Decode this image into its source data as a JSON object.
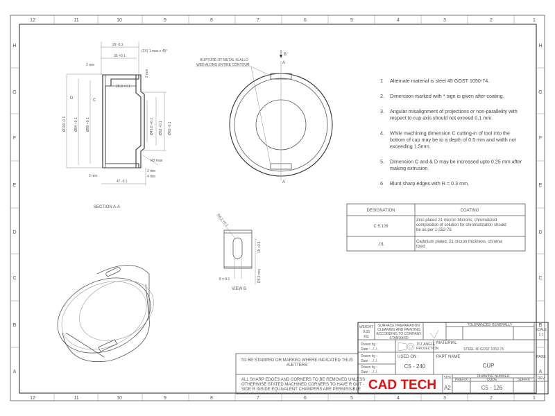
{
  "border": {
    "columns": [
      "12",
      "11",
      "10",
      "9",
      "8",
      "7",
      "6",
      "5",
      "4",
      "3",
      "2",
      "1"
    ],
    "rows": [
      "H",
      "G",
      "F",
      "E",
      "D",
      "C",
      "B",
      "A"
    ]
  },
  "section_view": {
    "label": "SECTION A-A",
    "dims": {
      "d1": "29 -0.1",
      "d2": "35 +0.1",
      "chamfer": "(2X) 1 max x 45°",
      "d3": "2 min",
      "d4": "2 min",
      "d5": "28.8 +0.1",
      "dia100": "Ø100 -0.1",
      "dia94": "Ø94 +0.1",
      "dia90": "Ø90 +0.1",
      "dia45": "Ø45.8 +0.1",
      "dia52": "Ø52 +0.1",
      "dia60": "Ø60 -0.1",
      "r3": "R3 max",
      "d6": "2 min",
      "d7": "4 min",
      "d8": "2 min",
      "d9": "47 -0.1",
      "D": "D",
      "C": "C"
    }
  },
  "front_view": {
    "callout": "RUPTURE OF METAL IS ALLOWED ALONG ENTIRE CONTOUR",
    "callout_line1": "RUPTURE OF METAL IS ALLO",
    "callout_line2": "WED ALONG ENTIRE CONTOUR",
    "arrow_b": "B",
    "arrow_a_top": "A",
    "arrow_a_bottom": "A"
  },
  "view_b": {
    "label": "VIEW B",
    "r": "R4.2 +0.1",
    "h1": "10 +0.1",
    "h2": "R5.3 min",
    "w": "8 ± 0.1"
  },
  "notes": [
    {
      "num": "1",
      "lines": [
        "Alternate material is steel 45 GOST 1050-74."
      ]
    },
    {
      "num": "2.",
      "lines": [
        "Dimension marked with * sign is given after coating."
      ]
    },
    {
      "num": "3.",
      "lines": [
        "Angular misalignment of projections or non-parallelity with",
        "respect to cup axis should not exceed 0,1 mm."
      ]
    },
    {
      "num": "4.",
      "lines": [
        "While machining dimension C cutting-in of tool into the",
        "bottom of cup may be to a depth of 0.5 mm and width not",
        "exceeding 1.5mm."
      ]
    },
    {
      "num": "5.",
      "lines": [
        "Dimension C and & D may be increased upto 0.25 mm after",
        "making extrusion."
      ]
    },
    {
      "num": "6",
      "lines": [
        "Blunt sharp edges with R = 0.3 mm."
      ]
    }
  ],
  "coating_table": {
    "headers": [
      "DESIGNATION",
      "COATING"
    ],
    "rows": [
      {
        "designation": "C 5.126",
        "coating": [
          "Zinc-plated 21 micron Microns, chromatized",
          "composition of solution for chromatization should",
          "be as per 1-252-78"
        ]
      },
      {
        "designation": ".01",
        "coating": [
          "Cadmium plated, 21 micron thickness, chroma",
          "tized"
        ]
      }
    ]
  },
  "bottom_notes": {
    "stamp": [
      "TO BE STAMPED OR MARKED WHERE INDICATED THUS",
      "#LETTERS"
    ],
    "edges": [
      "ALL SHARP EDGES AND CORNERS TO BE REMOVED UNLESS",
      "OTHERWISE STATED MACHINED CORNERS TO HAVE R OUT -",
      "SIDE R INSIDE EQUIVALENT CHAMPERS ARE PERMISSIBLE"
    ]
  },
  "title_block": {
    "weight_label": "WEIGHT",
    "weight_value": "0.83",
    "weight_unit": "KG",
    "surface": [
      "SURFACE PREPARATION",
      "CLEANING AND PAINTING",
      "ACCORDING TO COMPANY",
      "STANDARD"
    ],
    "tolerances": "TOLERANCES GENERALLY",
    "scale_label": "SCALE",
    "scale_value": "1:1",
    "drawn_by": [
      "Drawn by :",
      "Drawn by :",
      "Drawn by :"
    ],
    "date": [
      "Date : ../../..",
      "Date : ../../..",
      "Date : ../../.."
    ],
    "projection": [
      "1ST ANGLE",
      "PROJECTION"
    ],
    "material_label": "MATERIAL",
    "material_value": "STEEL 40 GOST 1050-74",
    "page_label": "PAGE",
    "used_on_label": "USED ON :",
    "used_on_value": "C5 - 240",
    "part_name_label": "PART NAME",
    "part_name_value": "CUP",
    "company": "CAD TECH",
    "size_label": "SIZE",
    "size_value": "A2",
    "drawing_number_label": "DRAWING NUMBER",
    "prefix_label": "PREFIX",
    "code_label": "CODE",
    "suffix_label": "SUFFIX",
    "code_value": "C5 - 126",
    "rev_label": "REV"
  },
  "colors": {
    "company": "#e01010",
    "lines": "#555555"
  }
}
